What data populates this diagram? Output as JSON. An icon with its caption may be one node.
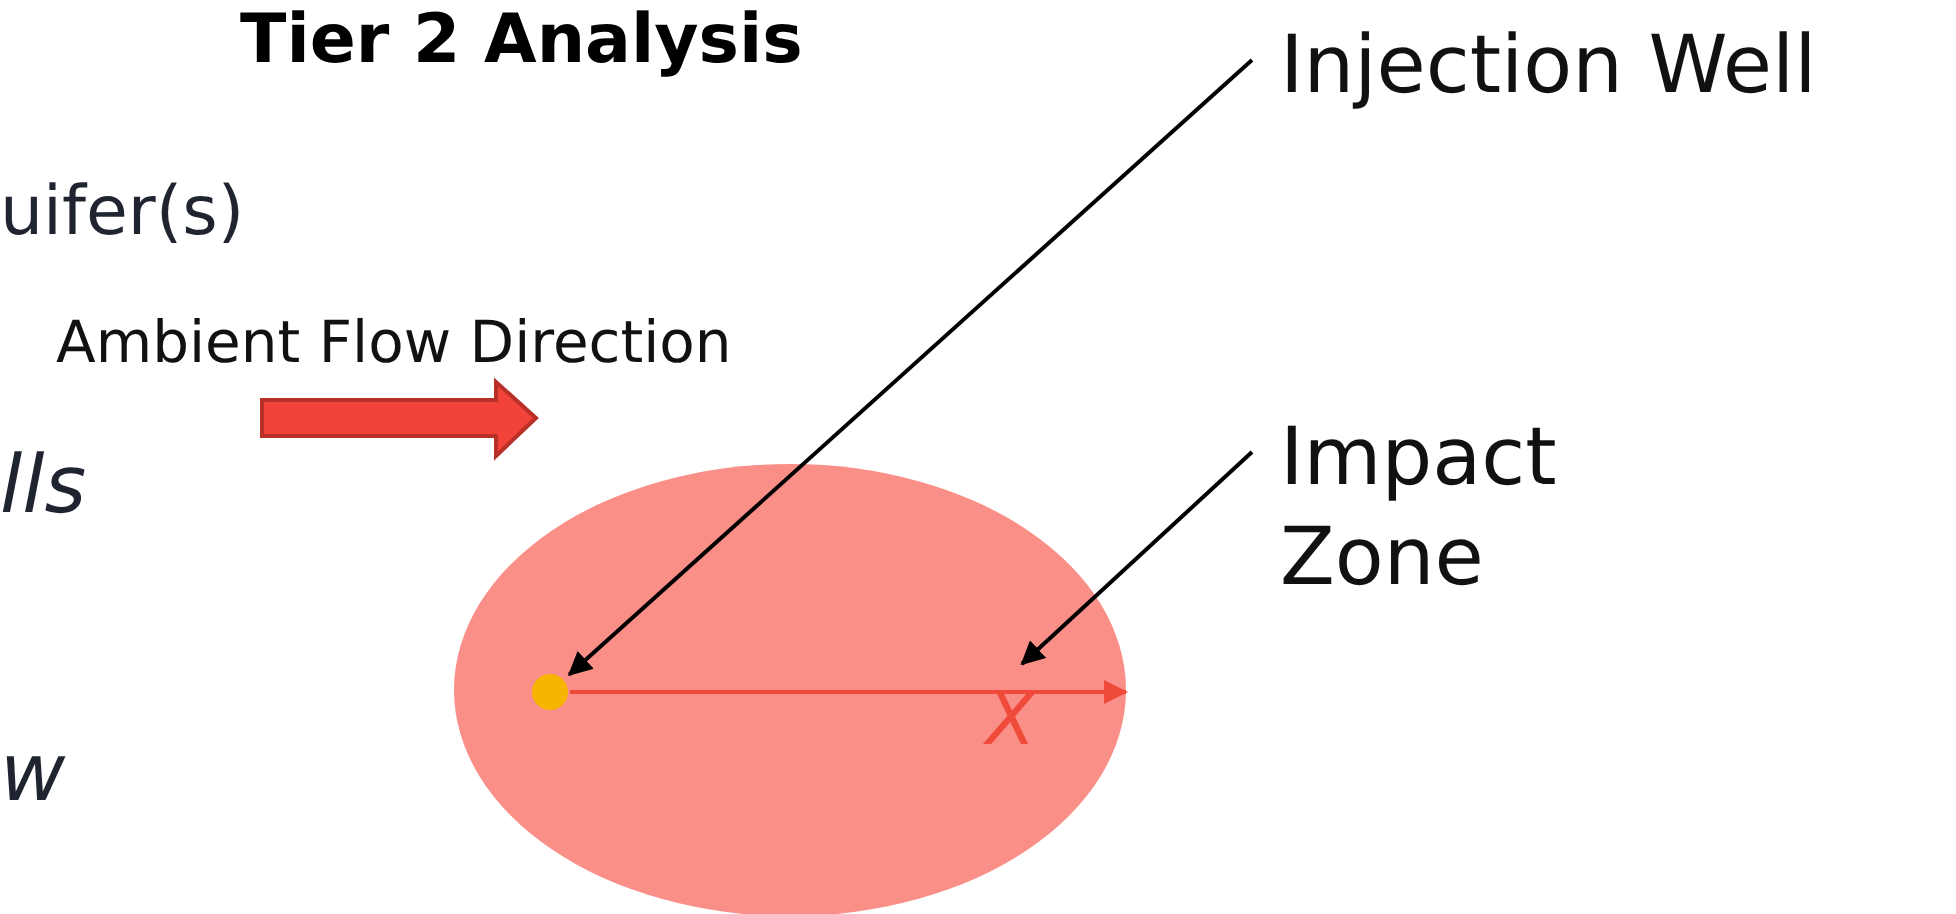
{
  "diagram": {
    "title": "Tier 2 Analysis",
    "nodes": [
      {
        "text": [
          "Injection Well"
        ]
      },
      {
        "text": [
          "Impact Zone"
        ]
      },
      {
        "text": [],
        "shape": "circle"
      },
      {
        "text": [],
        "shape": "circle",
        "in": 2
      }
    ],
    "edges": [
      {
        "from": 0,
        "to": 3,
        "arrow": "to"
      },
      {
        "from": 1,
        "to": 2,
        "arrow": "to"
      },
      {
        "from": 3,
        "to": 2,
        "arrow": "to",
        "label": "X",
        "color": "#f04a3a"
      }
    ],
    "labels": [
      "uifer(s)",
      "Ambient Flow Direction",
      "lls",
      "w"
    ]
  }
}
